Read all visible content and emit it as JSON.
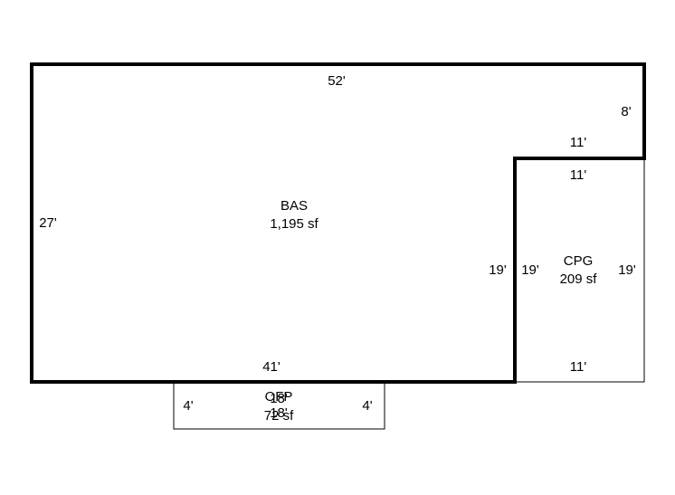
{
  "areas": {
    "bas": {
      "code": "BAS",
      "area": "1,195 sf"
    },
    "cpg": {
      "code": "CPG",
      "area": "209 sf"
    },
    "ofp": {
      "code": "OFP",
      "area": "72 sf"
    }
  },
  "dimensions": {
    "bas_top": "52'",
    "bas_left": "27'",
    "bas_bottom": "41'",
    "bas_notch_right": "8'",
    "bas_notch_bottom": "11'",
    "bas_inner_right": "19'",
    "cpg_top": "11'",
    "cpg_left": "19'",
    "cpg_right": "19'",
    "cpg_bottom": "11'",
    "ofp_top": "18'",
    "ofp_bottom": "18'",
    "ofp_left": "4'",
    "ofp_right": "4'"
  },
  "colors": {
    "line": "#000000",
    "background": "#ffffff"
  }
}
